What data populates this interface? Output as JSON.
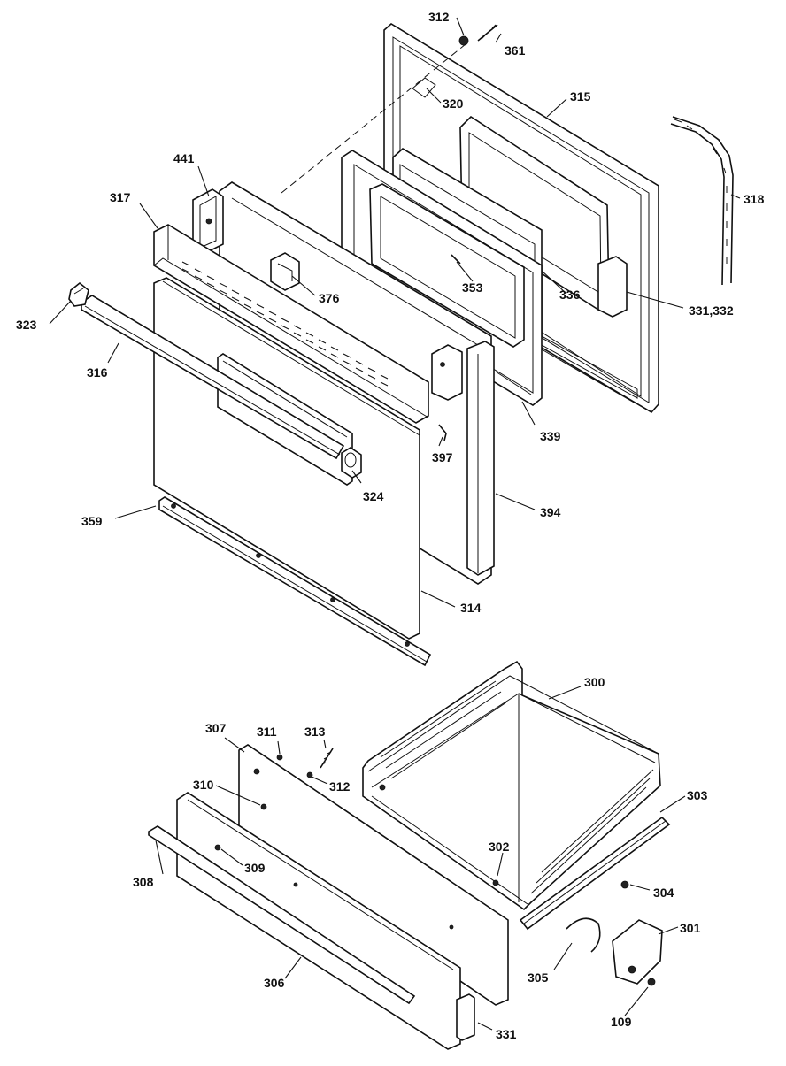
{
  "callouts": {
    "c312a": "312",
    "c361": "361",
    "c320": "320",
    "c315": "315",
    "c318": "318",
    "c441": "441",
    "c317": "317",
    "c376": "376",
    "c353": "353",
    "c336": "336",
    "c331_332": "331,332",
    "c323": "323",
    "c316": "316",
    "c339": "339",
    "c397": "397",
    "c324": "324",
    "c394": "394",
    "c359": "359",
    "c314": "314",
    "c300": "300",
    "c307": "307",
    "c311": "311",
    "c313": "313",
    "c312b": "312",
    "c310": "310",
    "c303": "303",
    "c302": "302",
    "c308": "308",
    "c309": "309",
    "c304": "304",
    "c301": "301",
    "c305": "305",
    "c306": "306",
    "c109": "109",
    "c331": "331"
  }
}
